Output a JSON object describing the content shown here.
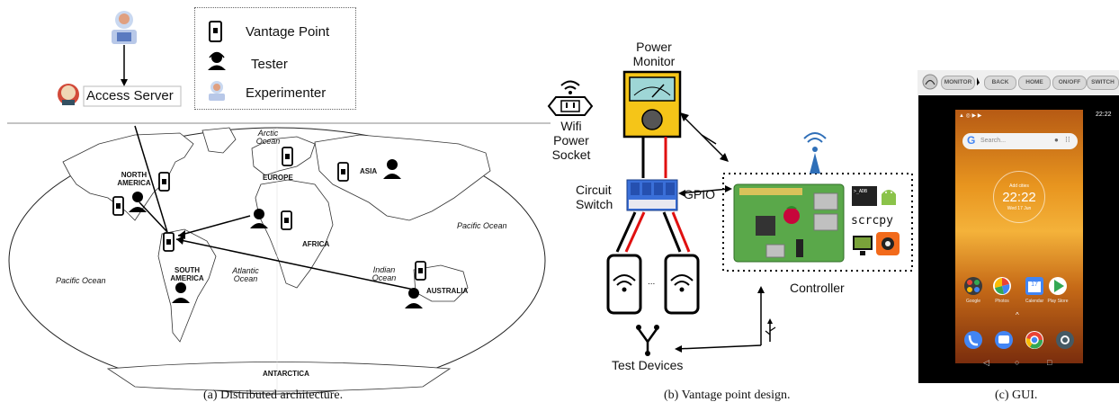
{
  "panel_a": {
    "caption": "(a)  Distributed architecture.",
    "access_server": "Access Server",
    "legend": {
      "vantage_point": "Vantage Point",
      "tester": "Tester",
      "experimenter": "Experimenter"
    },
    "map": {
      "north_america": "NORTH AMERICA",
      "south_america": "SOUTH AMERICA",
      "europe": "EUROPE",
      "asia": "ASIA",
      "africa": "AFRICA",
      "australia": "AUSTRALIA",
      "antarctica": "ANTARCTICA",
      "arctic_ocean": "Arctic Ocean",
      "pacific_ocean_left": "Pacific Ocean",
      "pacific_ocean_right": "Pacific Ocean",
      "atlantic_ocean": "Atlantic Ocean",
      "indian_ocean": "Indian Ocean"
    }
  },
  "panel_b": {
    "caption": "(b)  Vantage point design.",
    "power_monitor": "Power Monitor",
    "wifi_power_socket": "Wifi Power Socket",
    "circuit_switch": "Circuit Switch",
    "gpio": "GPIO",
    "controller": "Controller",
    "scrcpy": "scrcpy",
    "test_devices": "Test Devices",
    "adb": ">_ADB",
    "ellipsis": "..."
  },
  "panel_c": {
    "caption": "(c)  GUI.",
    "toolbar": [
      "MONITOR",
      "BACK",
      "HOME",
      "ON/OFF",
      "SWITCH"
    ],
    "status_time": "22:22",
    "search_placeholder": "Search...",
    "clock_add": "Add cities",
    "clock_time": "22:22",
    "clock_date": "Wed 17 Jun",
    "apps": [
      "Google",
      "Photos",
      "Calendar",
      "Play Store"
    ],
    "calendar_day": "17"
  },
  "colors": {
    "raspberry_green": "#5aa84a",
    "power_monitor_yellow": "#f5c518",
    "relay_blue": "#3a6fd8",
    "wifi_blue": "#2f6fb8",
    "gui_background": "#000000",
    "wire_red": "#e01010"
  }
}
